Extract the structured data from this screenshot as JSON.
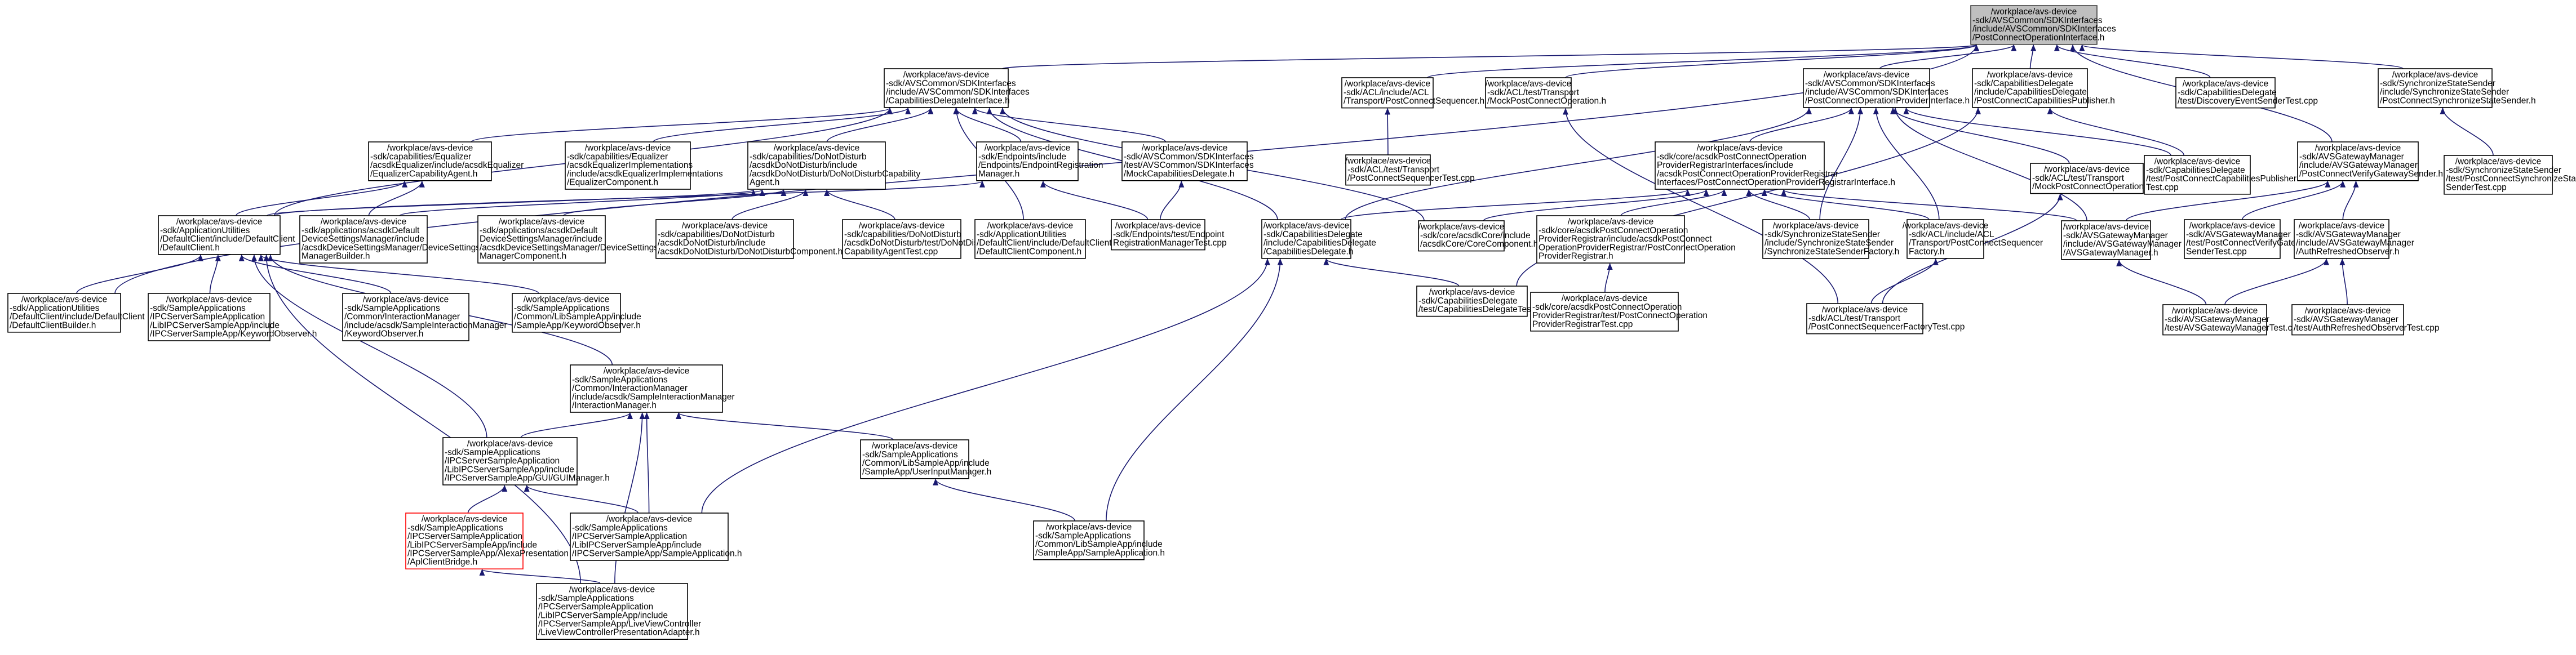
{
  "colors": {
    "edge": "#191970",
    "root_fill": "#bfbfbf",
    "highlight_border": "#ff0000"
  },
  "nodes": [
    {
      "id": "root",
      "lines": [
        "/workplace/avs-device",
        "-sdk/AVSCommon/SDKInterfaces",
        "/include/AVSCommon/SDKInterfaces",
        "/PostConnectOperationInterface.h"
      ]
    },
    {
      "id": "capdelif",
      "lines": [
        "/workplace/avs-device",
        "-sdk/AVSCommon/SDKInterfaces",
        "/include/AVSCommon/SDKInterfaces",
        "/CapabilitiesDelegateInterface.h"
      ]
    },
    {
      "id": "aclpcs",
      "lines": [
        "/workplace/avs-device",
        "-sdk/ACL/include/ACL",
        "/Transport/PostConnectSequencer.h"
      ]
    },
    {
      "id": "mockpco",
      "lines": [
        "/workplace/avs-device",
        "-sdk/ACL/test/Transport",
        "/MockPostConnectOperation.h"
      ]
    },
    {
      "id": "pcopif",
      "lines": [
        "/workplace/avs-device",
        "-sdk/AVSCommon/SDKInterfaces",
        "/include/AVSCommon/SDKInterfaces",
        "/PostConnectOperationProviderInterface.h"
      ]
    },
    {
      "id": "cdpub",
      "lines": [
        "/workplace/avs-device",
        "-sdk/CapabilitiesDelegate",
        "/include/CapabilitiesDelegate",
        "/PostConnectCapabilitiesPublisher.h"
      ]
    },
    {
      "id": "cddiscov",
      "lines": [
        "/workplace/avs-device",
        "-sdk/CapabilitiesDelegate",
        "/test/DiscoveryEventSenderTest.cpp"
      ]
    },
    {
      "id": "syncsender",
      "lines": [
        "/workplace/avs-device",
        "-sdk/SynchronizeStateSender",
        "/include/SynchronizeStateSender",
        "/PostConnectSynchronizeStateSender.h"
      ]
    },
    {
      "id": "eqagent",
      "lines": [
        "/workplace/avs-device",
        "-sdk/capabilities/Equalizer",
        "/acsdkEqualizer/include/acsdkEqualizer",
        "/EqualizerCapabilityAgent.h"
      ]
    },
    {
      "id": "eqimpl",
      "lines": [
        "/workplace/avs-device",
        "-sdk/capabilities/Equalizer",
        "/acsdkEqualizerImplementations",
        "/include/acsdkEqualizerImplementations",
        "/EqualizerComponent.h"
      ]
    },
    {
      "id": "dndagent",
      "lines": [
        "/workplace/avs-device",
        "-sdk/capabilities/DoNotDisturb",
        "/acsdkDoNotDisturb/include",
        "/acsdkDoNotDisturb/DoNotDisturbCapability",
        "Agent.h"
      ]
    },
    {
      "id": "endpointreg",
      "lines": [
        "/workplace/avs-device",
        "-sdk/Endpoints/include",
        "/Endpoints/EndpointRegistration",
        "Manager.h"
      ]
    },
    {
      "id": "mockcapdel",
      "lines": [
        "/workplace/avs-device",
        "-sdk/AVSCommon/SDKInterfaces",
        "/test/AVSCommon/SDKInterfaces",
        "/MockCapabilitiesDelegate.h"
      ]
    },
    {
      "id": "pcstest",
      "lines": [
        "/workplace/avs-device",
        "-sdk/ACL/test/Transport",
        "/PostConnectSequencerTest.cpp"
      ]
    },
    {
      "id": "pcoprovreg",
      "lines": [
        "/workplace/avs-device",
        "-sdk/core/acsdkPostConnectOperation",
        "ProviderRegistrarInterfaces/include",
        "/acsdkPostConnectOperationProviderRegistrar",
        "Interfaces/PostConnectOperationProviderRegistrarInterface.h"
      ]
    },
    {
      "id": "mockpcop",
      "lines": [
        "/workplace/avs-device",
        "-sdk/ACL/test/Transport",
        "/MockPostConnectOperationProvider.h"
      ]
    },
    {
      "id": "cdpubtest",
      "lines": [
        "/workplace/avs-device",
        "-sdk/CapabilitiesDelegate",
        "/test/PostConnectCapabilitiesPublisher",
        "Test.cpp"
      ]
    },
    {
      "id": "gwsender",
      "lines": [
        "/workplace/avs-device",
        "-sdk/AVSGatewayManager",
        "/include/AVSGatewayManager",
        "/PostConnectVerifyGatewaySender.h"
      ]
    },
    {
      "id": "synctest",
      "lines": [
        "/workplace/avs-device",
        "-sdk/SynchronizeStateSender",
        "/test/PostConnectSynchronizeState",
        "SenderTest.cpp"
      ]
    },
    {
      "id": "defclient",
      "lines": [
        "/workplace/avs-device",
        "-sdk/ApplicationUtilities",
        "/DefaultClient/include/DefaultClient",
        "/DefaultClient.h"
      ]
    },
    {
      "id": "devsetmgrbuilder",
      "lines": [
        "/workplace/avs-device",
        "-sdk/applications/acsdkDefault",
        "DeviceSettingsManager/include",
        "/acsdkDeviceSettingsManager/DeviceSettings",
        "ManagerBuilder.h"
      ]
    },
    {
      "id": "devsetmgrcomp",
      "lines": [
        "/workplace/avs-device",
        "-sdk/applications/acsdkDefault",
        "DeviceSettingsManager/include",
        "/acsdkDeviceSettingsManager/DeviceSettings",
        "ManagerComponent.h"
      ]
    },
    {
      "id": "dndcomp",
      "lines": [
        "/workplace/avs-device",
        "-sdk/capabilities/DoNotDisturb",
        "/acsdkDoNotDisturb/include",
        "/acsdkDoNotDisturb/DoNotDisturbComponent.h"
      ]
    },
    {
      "id": "dndtest",
      "lines": [
        "/workplace/avs-device",
        "-sdk/capabilities/DoNotDisturb",
        "/acsdkDoNotDisturb/test/DoNotDisturb",
        "CapabilityAgentTest.cpp"
      ]
    },
    {
      "id": "defclientcomp",
      "lines": [
        "/workplace/avs-device",
        "-sdk/ApplicationUtilities",
        "/DefaultClient/include/DefaultClient",
        "/DefaultClientComponent.h"
      ]
    },
    {
      "id": "endpointregtest",
      "lines": [
        "/workplace/avs-device",
        "-sdk/Endpoints/test/Endpoint",
        "RegistrationManagerTest.cpp"
      ]
    },
    {
      "id": "capdel",
      "lines": [
        "/workplace/avs-device",
        "-sdk/CapabilitiesDelegate",
        "/include/CapabilitiesDelegate",
        "/CapabilitiesDelegate.h"
      ]
    },
    {
      "id": "corecomp",
      "lines": [
        "/workplace/avs-device",
        "-sdk/core/acsdkCore/include",
        "/acsdkCore/CoreComponent.h"
      ]
    },
    {
      "id": "pcoprovregh",
      "lines": [
        "/workplace/avs-device",
        "-sdk/core/acsdkPostConnectOperation",
        "ProviderRegistrar/include/acsdkPostConnect",
        "OperationProviderRegistrar/PostConnectOperation",
        "ProviderRegistrar.h"
      ]
    },
    {
      "id": "syncfactory",
      "lines": [
        "/workplace/avs-device",
        "-sdk/SynchronizeStateSender",
        "/include/SynchronizeStateSender",
        "/SynchronizeStateSenderFactory.h"
      ]
    },
    {
      "id": "pcseqfactory",
      "lines": [
        "/workplace/avs-device",
        "-sdk/ACL/include/ACL",
        "/Transport/PostConnectSequencer",
        "Factory.h"
      ]
    },
    {
      "id": "gwmgr",
      "lines": [
        "/workplace/avs-device",
        "-sdk/AVSGatewayManager",
        "/include/AVSGatewayManager",
        "/AVSGatewayManager.h"
      ]
    },
    {
      "id": "gwsendertest",
      "lines": [
        "/workplace/avs-device",
        "-sdk/AVSGatewayManager",
        "/test/PostConnectVerifyGateway",
        "SenderTest.cpp"
      ]
    },
    {
      "id": "authobs",
      "lines": [
        "/workplace/avs-device",
        "-sdk/AVSGatewayManager",
        "/include/AVSGatewayManager",
        "/AuthRefreshedObserver.h"
      ]
    },
    {
      "id": "defclientbuilder",
      "lines": [
        "/workplace/avs-device",
        "-sdk/ApplicationUtilities",
        "/DefaultClient/include/DefaultClient",
        "/DefaultClientBuilder.h"
      ]
    },
    {
      "id": "ipckeyword",
      "lines": [
        "/workplace/avs-device",
        "-sdk/SampleApplications",
        "/IPCServerSampleApplication",
        "/LibIPCServerSampleApp/include",
        "/IPCServerSampleApp/KeywordObserver.h"
      ]
    },
    {
      "id": "intkeyword",
      "lines": [
        "/workplace/avs-device",
        "-sdk/SampleApplications",
        "/Common/InteractionManager",
        "/include/acsdk/SampleInteractionManager",
        "/KeywordObserver.h"
      ]
    },
    {
      "id": "libkeyword",
      "lines": [
        "/workplace/avs-device",
        "-sdk/SampleApplications",
        "/Common/LibSampleApp/include",
        "/SampleApp/KeywordObserver.h"
      ]
    },
    {
      "id": "capdeltest",
      "lines": [
        "/workplace/avs-device",
        "-sdk/CapabilitiesDelegate",
        "/test/CapabilitiesDelegateTest.cpp"
      ]
    },
    {
      "id": "pcoprovregtest",
      "lines": [
        "/workplace/avs-device",
        "-sdk/core/acsdkPostConnectOperation",
        "ProviderRegistrar/test/PostConnectOperation",
        "ProviderRegistrarTest.cpp"
      ]
    },
    {
      "id": "pcseqfactorytest",
      "lines": [
        "/workplace/avs-device",
        "-sdk/ACL/test/Transport",
        "/PostConnectSequencerFactoryTest.cpp"
      ]
    },
    {
      "id": "gwmgrtest",
      "lines": [
        "/workplace/avs-device",
        "-sdk/AVSGatewayManager",
        "/test/AVSGatewayManagerTest.cpp"
      ]
    },
    {
      "id": "authobstest",
      "lines": [
        "/workplace/avs-device",
        "-sdk/AVSGatewayManager",
        "/test/AuthRefreshedObserverTest.cpp"
      ]
    },
    {
      "id": "intmgr",
      "lines": [
        "/workplace/avs-device",
        "-sdk/SampleApplications",
        "/Common/InteractionManager",
        "/include/acsdk/SampleInteractionManager",
        "/InteractionManager.h"
      ]
    },
    {
      "id": "guimgr",
      "lines": [
        "/workplace/avs-device",
        "-sdk/SampleApplications",
        "/IPCServerSampleApplication",
        "/LibIPCServerSampleApp/include",
        "/IPCServerSampleApp/GUI/GUIManager.h"
      ]
    },
    {
      "id": "usrinput",
      "lines": [
        "/workplace/avs-device",
        "-sdk/SampleApplications",
        "/Common/LibSampleApp/include",
        "/SampleApp/UserInputManager.h"
      ]
    },
    {
      "id": "aplbridge",
      "lines": [
        "/workplace/avs-device",
        "-sdk/SampleApplications",
        "/IPCServerSampleApplication",
        "/LibIPCServerSampleApp/include",
        "/IPCServerSampleApp/AlexaPresentation",
        "/AplClientBridge.h"
      ]
    },
    {
      "id": "ipcsampleapp",
      "lines": [
        "/workplace/avs-device",
        "-sdk/SampleApplications",
        "/IPCServerSampleApplication",
        "/LibIPCServerSampleApp/include",
        "/IPCServerSampleApp/SampleApplication.h"
      ]
    },
    {
      "id": "libsampleapp",
      "lines": [
        "/workplace/avs-device",
        "-sdk/SampleApplications",
        "/Common/LibSampleApp/include",
        "/SampleApp/SampleApplication.h"
      ]
    },
    {
      "id": "liveview",
      "lines": [
        "/workplace/avs-device",
        "-sdk/SampleApplications",
        "/IPCServerSampleApplication",
        "/LibIPCServerSampleApp/include",
        "/IPCServerSampleApp/LiveViewController",
        "/LiveViewControllerPresentationAdapter.h"
      ]
    }
  ]
}
